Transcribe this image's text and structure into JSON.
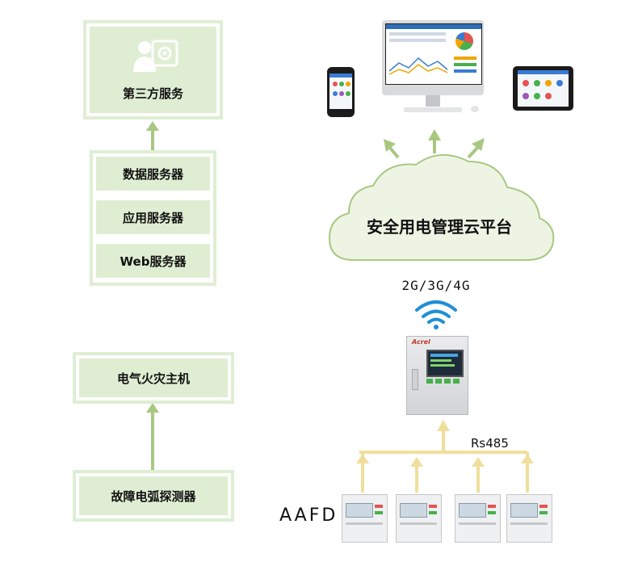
{
  "left": {
    "third_party": "第三方服务",
    "servers": [
      "数据服务器",
      "应用服务器",
      "Web服务器"
    ],
    "fire_host": "电气火灾主机",
    "detector": "故障电弧探测器"
  },
  "right": {
    "cloud_label": "安全用电管理云平台",
    "network_label": "2G/3G/4G",
    "bus_label": "Rs485",
    "device_label": "AAFD",
    "gateway_brand": "Acrel"
  },
  "colors": {
    "panel_green": "#dfeed3",
    "arrow_green": "#a8c882",
    "cloud_fill": "#eef4e4",
    "arrow_yellow": "#f0df9c",
    "wifi_blue": "#1f8fd6"
  }
}
